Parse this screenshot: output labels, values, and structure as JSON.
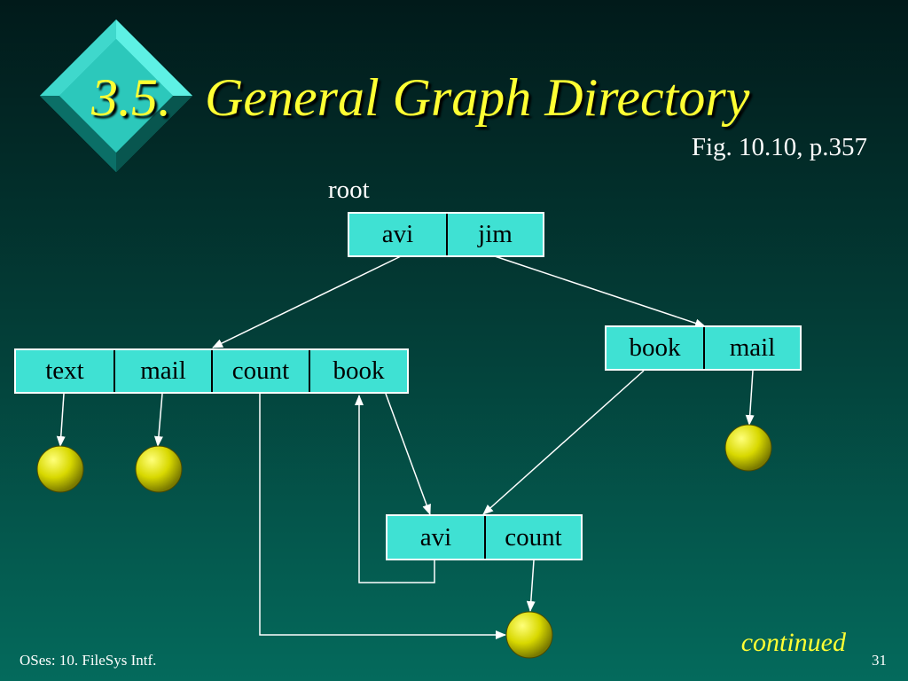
{
  "slide": {
    "number_prefix": "3.5.",
    "title": "General Graph Directory",
    "figure_reference": "Fig. 10.10, p.357",
    "continued_label": "continued",
    "footer_left": "OSes: 10. FileSys Intf.",
    "page_number": "31"
  },
  "diagram": {
    "root_label": "root",
    "root_dir": [
      "avi",
      "jim"
    ],
    "avi_dir": [
      "text",
      "mail",
      "count",
      "book"
    ],
    "jim_dir": [
      "book",
      "mail"
    ],
    "shared_dir": [
      "avi",
      "count"
    ]
  },
  "colors": {
    "title": "#ffff33",
    "directory_fill": "#3fe1d3",
    "file_node": "#d8d800",
    "link": "#ffffff"
  }
}
